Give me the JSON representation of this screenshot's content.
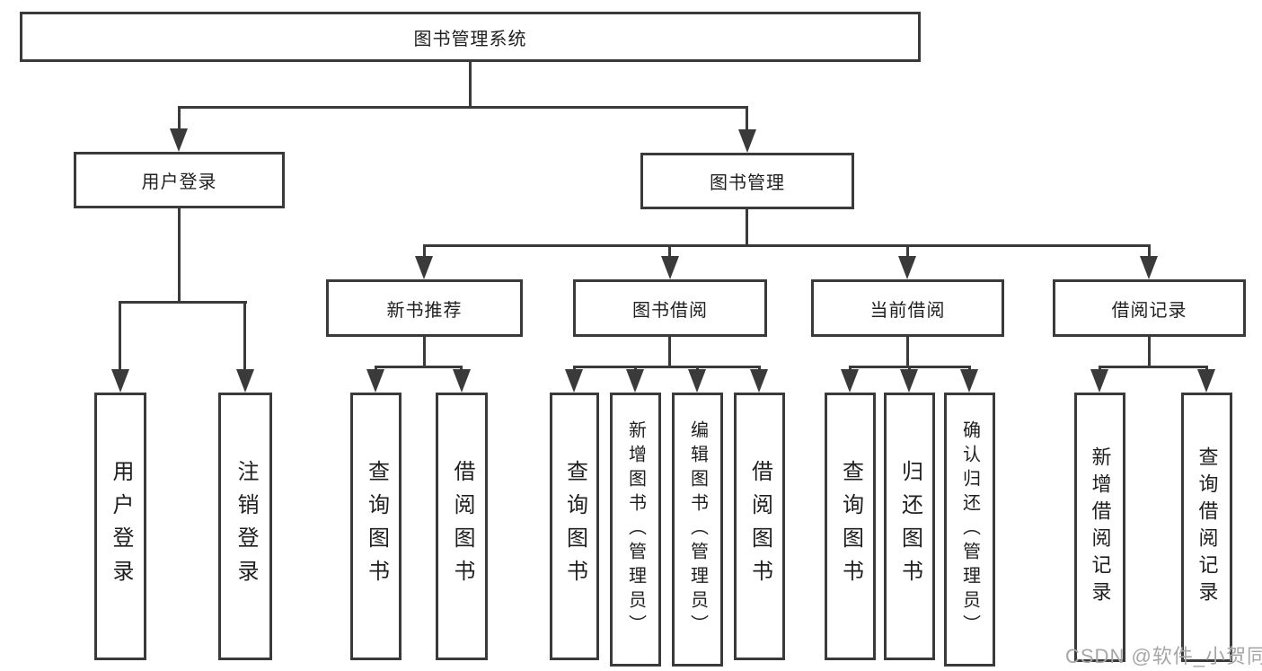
{
  "tree": {
    "root": "图书管理系统",
    "login": {
      "label": "用户登录",
      "children": [
        "用户登录",
        "注销登录"
      ]
    },
    "mgmt": {
      "label": "图书管理",
      "groups": [
        {
          "label": "新书推荐",
          "children": [
            "查询图书",
            "借阅图书"
          ]
        },
        {
          "label": "图书借阅",
          "children": [
            "查询图书",
            "新增图书（管理员）",
            "编辑图书（管理员）",
            "借阅图书"
          ]
        },
        {
          "label": "当前借阅",
          "children": [
            "查询图书",
            "归还图书",
            "确认归还（管理员）"
          ]
        },
        {
          "label": "借阅记录",
          "children": [
            "新增借阅记录",
            "查询借阅记录"
          ]
        }
      ]
    }
  },
  "watermark": "CSDN @软件_小贺同学",
  "colors": {
    "line": "#3a3a3a",
    "text": "#1f1f1f",
    "watermark": "#a6a6a6",
    "background": "#ffffff"
  }
}
